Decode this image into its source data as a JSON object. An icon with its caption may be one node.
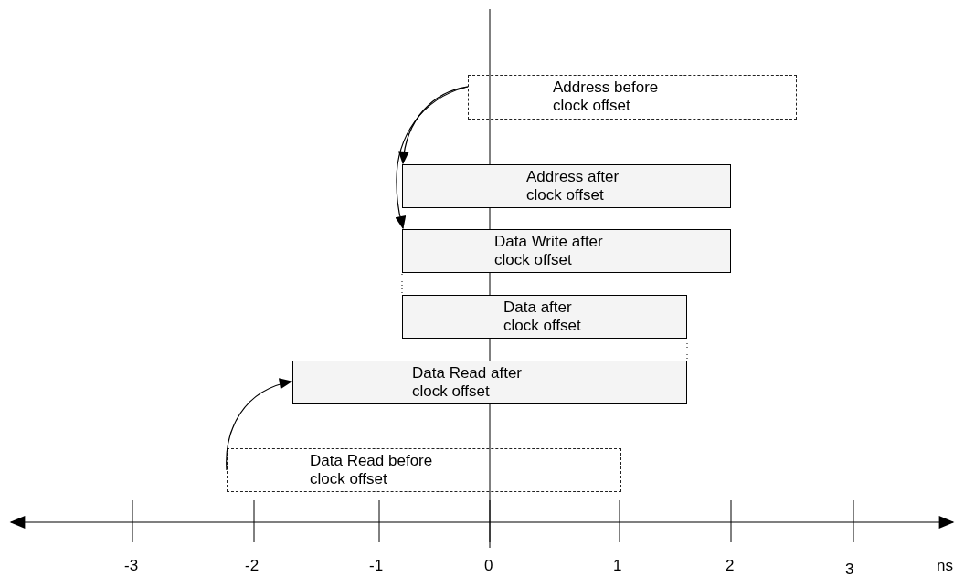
{
  "diagram": {
    "nodes": [
      {
        "text": [
          "Address before clock offset"
        ]
      },
      {
        "text": [
          "Address after clock offset"
        ]
      },
      {
        "text": [
          "Data Write after clock offset"
        ]
      },
      {
        "text": [
          "Data after clock offset"
        ]
      },
      {
        "text": [
          "Data Read after clock offset"
        ]
      },
      {
        "text": [
          "Data Read before clock offset"
        ]
      }
    ],
    "edges": [
      {
        "from": 0,
        "to": 1,
        "arrow": "to"
      },
      {
        "from": 0,
        "to": 2,
        "arrow": "to"
      },
      {
        "from": 5,
        "to": 4,
        "arrow": "to"
      }
    ],
    "labels": [
      "-3",
      "-2",
      "-1",
      "0",
      "1",
      "2",
      "3",
      "ns"
    ]
  }
}
